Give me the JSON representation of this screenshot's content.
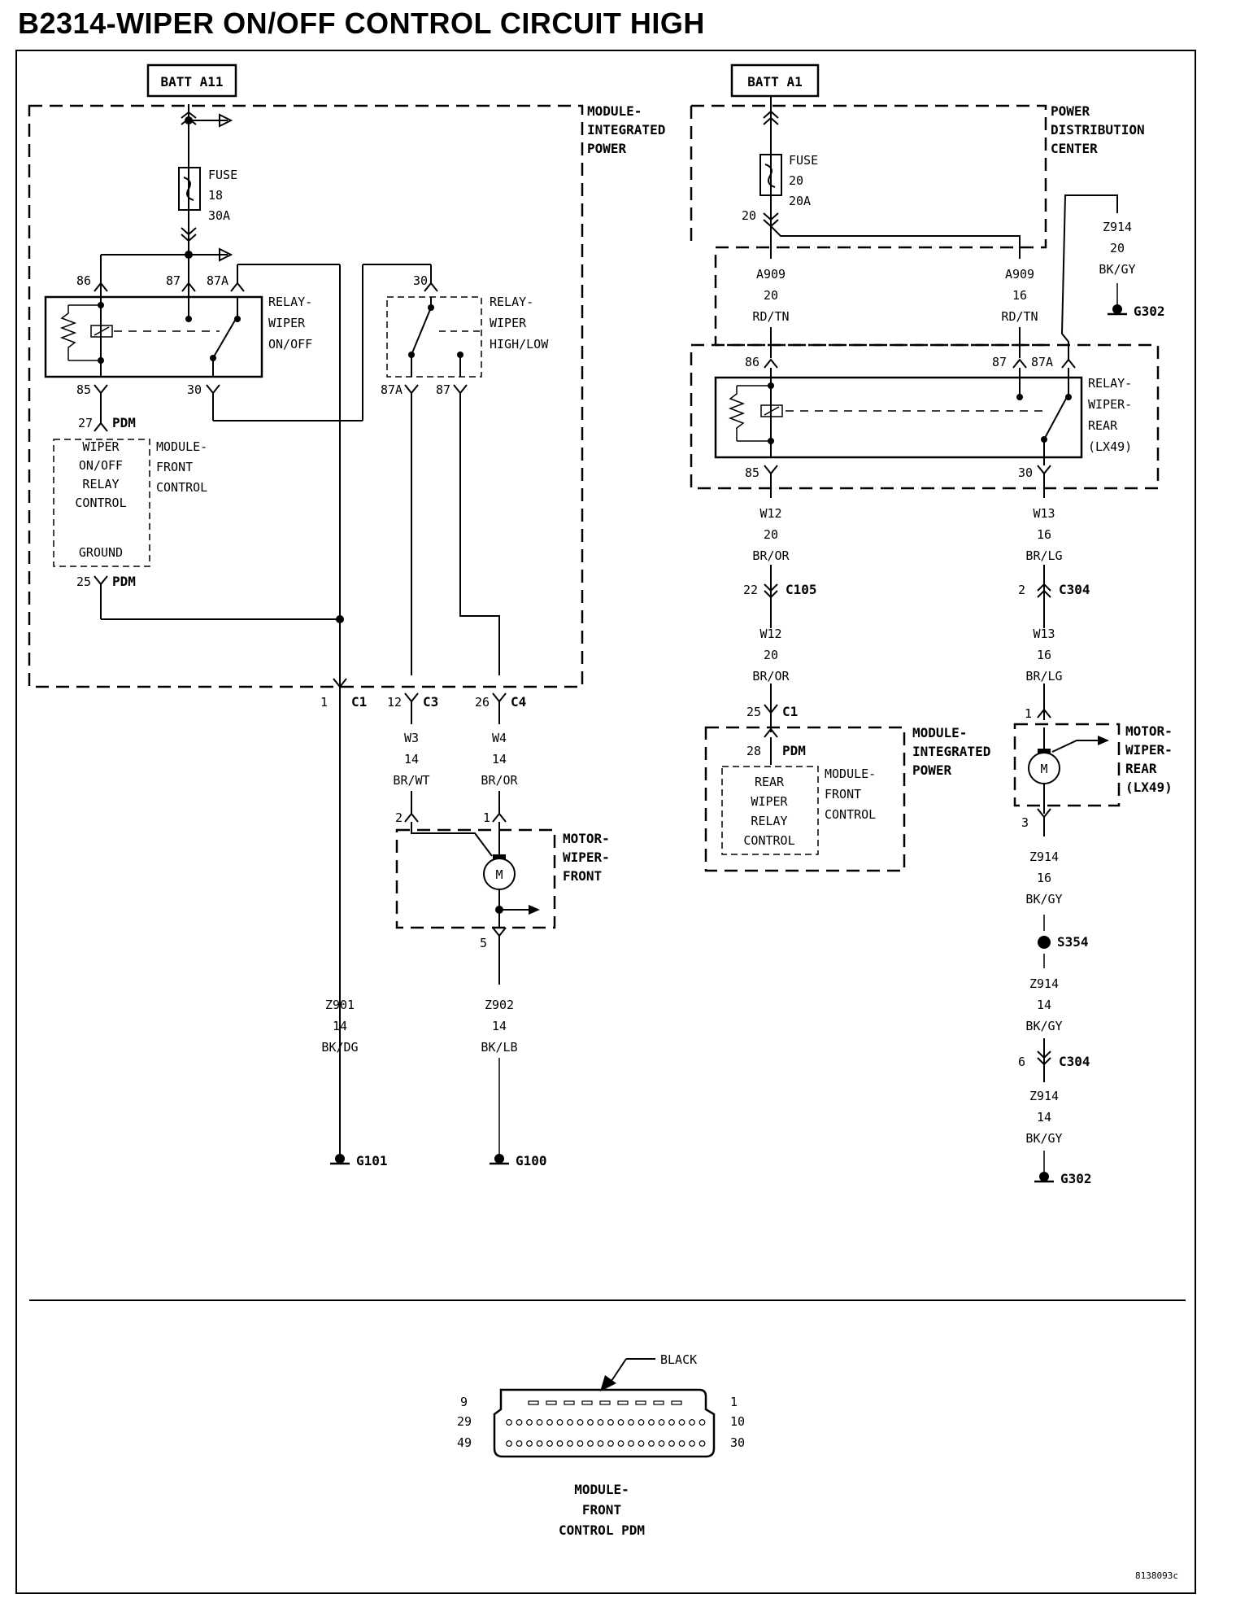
{
  "title": "B2314-WIPER ON/OFF CONTROL CIRCUIT HIGH",
  "labels": {
    "batt_a11": "BATT A11",
    "batt_a1": "BATT A1",
    "mip1": [
      "MODULE-",
      "INTEGRATED",
      "POWER"
    ],
    "pdc": [
      "POWER",
      "DISTRIBUTION",
      "CENTER"
    ],
    "fuse18": [
      "FUSE",
      "18",
      "30A"
    ],
    "fuse20": [
      "FUSE",
      "20",
      "20A"
    ],
    "fuse20_pin": "20",
    "relay1": [
      "RELAY-",
      "WIPER",
      "ON/OFF"
    ],
    "relay2": [
      "RELAY-",
      "WIPER",
      "HIGH/LOW"
    ],
    "relay3": [
      "RELAY-",
      "WIPER-",
      "REAR",
      "(LX49)"
    ],
    "pin86": "86",
    "pin87": "87",
    "pin87a": "87A",
    "pin85": "85",
    "pin30": "30",
    "pdm": "PDM",
    "pin27": "27",
    "pin25": "25",
    "pin28": "28",
    "fcm1_inner": [
      "WIPER",
      "ON/OFF",
      "RELAY",
      "CONTROL"
    ],
    "ground": "GROUND",
    "fcm": [
      "MODULE-",
      "FRONT",
      "CONTROL"
    ],
    "c1": "C1",
    "c3": "C3",
    "c4": "C4",
    "c105": "C105",
    "c304": "C304",
    "pin1": "1",
    "pin12": "12",
    "pin26": "26",
    "pin22": "22",
    "pin2": "2",
    "pin3": "3",
    "pin5": "5",
    "pin6": "6",
    "w3": [
      "W3",
      "14",
      "BR/WT"
    ],
    "w4": [
      "W4",
      "14",
      "BR/OR"
    ],
    "motor_front": [
      "MOTOR-",
      "WIPER-",
      "FRONT"
    ],
    "motor_rear": [
      "MOTOR-",
      "WIPER-",
      "REAR",
      "(LX49)"
    ],
    "motor_m": "M",
    "z901": [
      "Z901",
      "14",
      "BK/DG"
    ],
    "z902": [
      "Z902",
      "14",
      "BK/LB"
    ],
    "g101": "G101",
    "g100": "G100",
    "g302": "G302",
    "s354": "S354",
    "a909_20": [
      "A909",
      "20",
      "RD/TN"
    ],
    "a909_16": [
      "A909",
      "16",
      "RD/TN"
    ],
    "z914_20": [
      "Z914",
      "20",
      "BK/GY"
    ],
    "w12": [
      "W12",
      "20",
      "BR/OR"
    ],
    "w13": [
      "W13",
      "16",
      "BR/LG"
    ],
    "z914_16": [
      "Z914",
      "16",
      "BK/GY"
    ],
    "z914_14": [
      "Z914",
      "14",
      "BK/GY"
    ],
    "rear_ctrl": [
      "REAR",
      "WIPER",
      "RELAY",
      "CONTROL"
    ],
    "black": "BLACK",
    "conn_pins": [
      "9",
      "29",
      "49",
      "1",
      "10",
      "30"
    ],
    "conn_name": [
      "MODULE-",
      "FRONT",
      "CONTROL PDM"
    ],
    "code": "8138093c"
  }
}
